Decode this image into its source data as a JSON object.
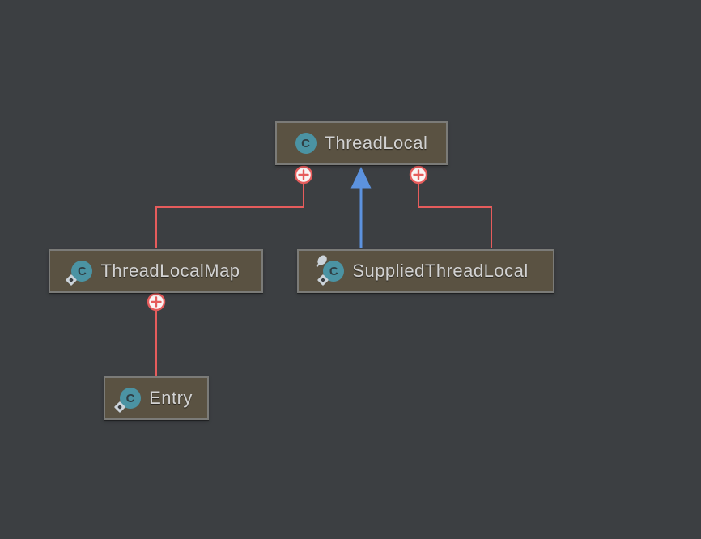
{
  "colors": {
    "canvas_bg": "#3c3f42",
    "node_fill": "#5a5242",
    "node_border": "#7b7b78",
    "label": "#d2d2d2",
    "containment": "#e65c5c",
    "marker_fill": "#faf4f4",
    "inheritance": "#5c92de",
    "class_icon_bg": "#4b93a3",
    "icon_letter_color": "#2f3e44",
    "overlay_gray": "#ccd3d9"
  },
  "nodes": [
    {
      "id": "threadlocal",
      "label": "ThreadLocal",
      "icon": "class-icon",
      "icon_letter": "C",
      "modifiers": []
    },
    {
      "id": "threadlocalmap",
      "label": "ThreadLocalMap",
      "icon": "class-icon",
      "icon_letter": "C",
      "modifiers": [
        "static"
      ]
    },
    {
      "id": "suppliedthreadlocal",
      "label": "SuppliedThreadLocal",
      "icon": "class-icon",
      "icon_letter": "C",
      "modifiers": [
        "final",
        "static"
      ]
    },
    {
      "id": "entry",
      "label": "Entry",
      "icon": "class-icon",
      "icon_letter": "C",
      "modifiers": [
        "static"
      ]
    }
  ],
  "edges": [
    {
      "type": "containment",
      "container": "ThreadLocal",
      "contained": "ThreadLocalMap",
      "marker": "circled-plus"
    },
    {
      "type": "inheritance",
      "parent": "ThreadLocal",
      "child": "SuppliedThreadLocal",
      "marker": "solid-arrowhead"
    },
    {
      "type": "containment",
      "container": "ThreadLocal",
      "contained": "SuppliedThreadLocal",
      "marker": "circled-plus"
    },
    {
      "type": "containment",
      "container": "ThreadLocalMap",
      "contained": "Entry",
      "marker": "circled-plus"
    }
  ]
}
